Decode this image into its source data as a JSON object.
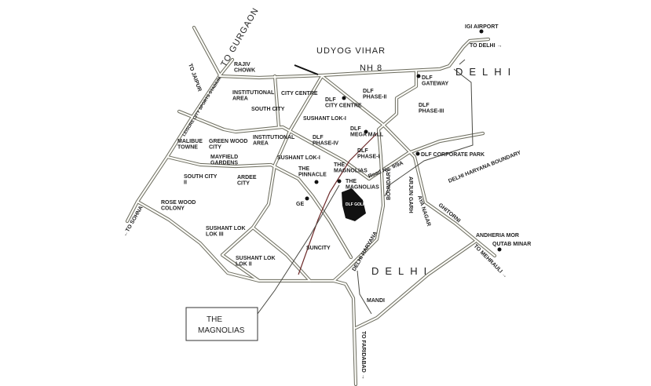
{
  "colors": {
    "background": "#ffffff",
    "road_edge": "#6b6b5e",
    "road_fill": "#fbfbf7",
    "metro": "#6d2a2a",
    "text": "#1f1f1f"
  },
  "labels": {
    "to_jaipur": "TO JAIPUR",
    "to_gurgaon": "TO GURGAON",
    "udyog_vihar": "UDYOG VIHAR",
    "nh8": "NH 8",
    "igi_airport": "IGI AIRPORT",
    "to_delhi": "TO DELHI →",
    "delhi_top": "DELHI",
    "rajiv_chowk": "RAJIV CHOWK",
    "stadium": "LEISURE CITY SPORTS STADIUM",
    "institutional_area_1": "INSTITUTIONAL AREA",
    "city_centre": "CITY CENTRE",
    "south_city": "SOUTH CITY",
    "dlf_city_centre": "DLF CITY CENTRE",
    "dlf_phase_2": "DLF PHASE-II",
    "dlf_gateway": "DLF GATEWAY",
    "dlf_phase_3": "DLF PHASE-III",
    "sushant_lok_1a": "SUSHANT LOK-I",
    "dlf_mega_mall": "DLF MEGA MALL",
    "dlf_phase_4": "DLF PHASE-IV",
    "malibu_towne": "MALIBUE TOWNE",
    "green_wood_city": "GREEN WOOD CITY",
    "institutional_area_2": "INSTITUTIONAL AREA",
    "mayfield_gardens": "MAYFIELD GARDENS",
    "sushant_lok_1b": "SUSHANT LOK-I",
    "dlf_phase_1": "DLF PHASE-I",
    "road_no": "Road No. 9/9A",
    "dlf_corporate_park": "DLF CORPORATE PARK",
    "delhi_haryana_boundary": "DELHI HARYANA BOUNDARY",
    "south_city_2": "SOUTH CITY II",
    "ardee_city": "ARDEE CITY",
    "the_pinnacle": "THE PINNACLE",
    "the_magnolias_1": "THE MAGNOLIAS",
    "the_magnolias_2": "THE MAGNOLIAS",
    "dlf_golf": "DLF GOLF",
    "arjun_garh": "ARJUN GARH",
    "aya_nagar": "AYA NAGAR",
    "ghitorni": "GHITORNI",
    "rose_wood_colony": "ROSE WOOD COLONY",
    "ge": "GE",
    "to_sohna": "←TO SOHNA",
    "sushant_lok_3": "SUSHANT LOK LOK III",
    "sushant_lok_2": "SUSHANT LOK LOK II",
    "suncity": "SUNCITY",
    "delhi_haryana": "DELHI HARYANA",
    "boundary": "BOUNDARY",
    "delhi_bottom": "DELHI",
    "andheria_mor": "ANDHERIA MOR",
    "qutab_minar": "QUTAB MINAR",
    "to_mehrauli": "TO MEHRAULI →",
    "mandi": "MANDI",
    "to_faridabad": "TO FARIDABAD →"
  },
  "callout": {
    "line1": "THE",
    "line2": "MAGNOLIAS"
  }
}
